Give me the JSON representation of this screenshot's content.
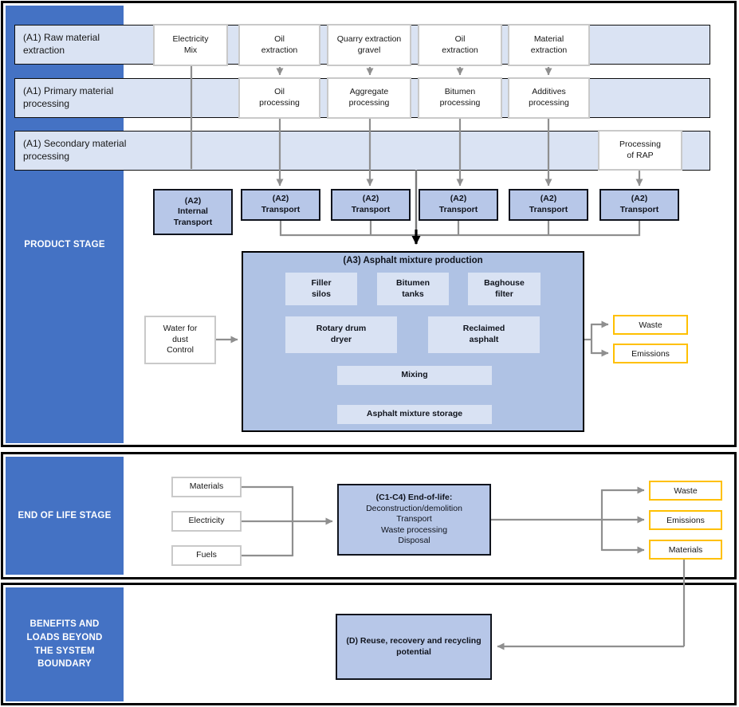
{
  "colors": {
    "sidebar_blue": "#4472C4",
    "band_light_blue": "#DAE3F3",
    "process_box_blue": "#B7C7E8",
    "a3_container_blue": "#AFC2E4",
    "inner_unit_blue": "#D9E2F3",
    "output_border_yellow": "#FFC000",
    "connector_gray": "#8F8F8F",
    "border_black": "#000000"
  },
  "product_stage": {
    "sidebar_label": "PRODUCT STAGE",
    "rows": [
      {
        "label": [
          "(A1) Raw material",
          "extraction"
        ]
      },
      {
        "label": [
          "(A1) Primary material",
          "processing"
        ]
      },
      {
        "label": [
          "(A1) Secondary material",
          "processing"
        ]
      }
    ],
    "extraction_boxes": [
      [
        "Electricity",
        "Mix"
      ],
      [
        "Oil",
        "extraction"
      ],
      [
        "Quarry extraction",
        "gravel"
      ],
      [
        "Oil",
        "extraction"
      ],
      [
        "Material",
        "extraction"
      ]
    ],
    "processing_boxes": [
      [
        "Oil",
        "processing"
      ],
      [
        "Aggregate",
        "processing"
      ],
      [
        "Bitumen",
        "processing"
      ],
      [
        "Additives",
        "processing"
      ]
    ],
    "rap_box": [
      "Processing",
      "of RAP"
    ],
    "transport_boxes": [
      [
        "(A2)",
        "Internal",
        "Transport"
      ],
      [
        "(A2)",
        "Transport"
      ],
      [
        "(A2)",
        "Transport"
      ],
      [
        "(A2)",
        "Transport"
      ],
      [
        "(A2)",
        "Transport"
      ],
      [
        "(A2)",
        "Transport"
      ]
    ],
    "a3": {
      "title": "(A3) Asphalt mixture production",
      "units": [
        [
          "Filler",
          "silos"
        ],
        [
          "Bitumen",
          "tanks"
        ],
        [
          "Baghouse",
          "filter"
        ],
        [
          "Rotary drum",
          "dryer"
        ],
        [
          "Reclaimed",
          "asphalt"
        ],
        [
          "Mixing"
        ],
        [
          "Asphalt mixture storage"
        ]
      ]
    },
    "water_box": [
      "Water for",
      "dust",
      "Control"
    ],
    "outputs": [
      "Waste",
      "Emissions"
    ]
  },
  "end_of_life_stage": {
    "sidebar_label": "END OF LIFE STAGE",
    "inputs": [
      "Materials",
      "Electricity",
      "Fuels"
    ],
    "process_box": {
      "title": "(C1-C4) End-of-life:",
      "lines": [
        "Deconstruction/demolition",
        "Transport",
        "Waste processing",
        "Disposal"
      ]
    },
    "outputs": [
      "Waste",
      "Emissions",
      "Materials"
    ]
  },
  "benefits_stage": {
    "sidebar_label": [
      "BENEFITS AND",
      "LOADS BEYOND",
      "THE SYSTEM",
      "BOUNDARY"
    ],
    "process_box": [
      "(D) Reuse, recovery and recycling",
      "potential"
    ]
  }
}
